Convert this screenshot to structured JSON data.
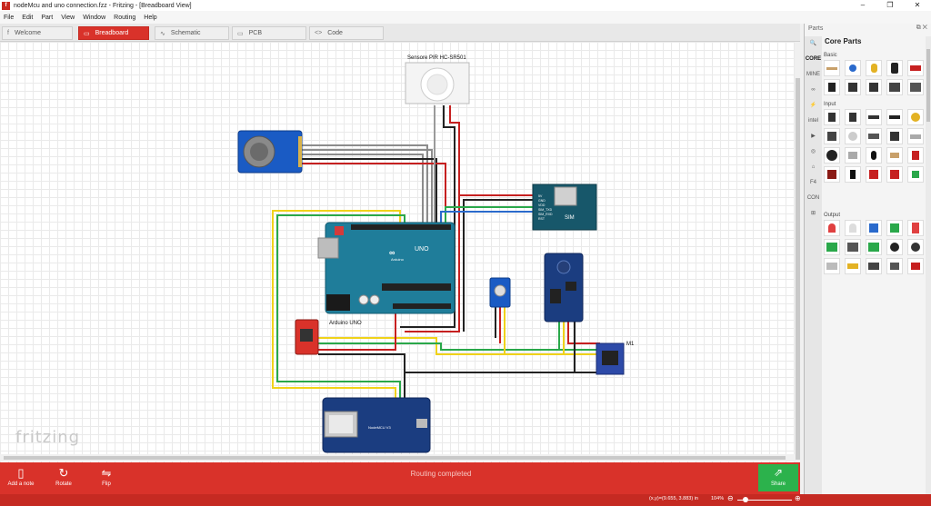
{
  "window": {
    "title": "nodeMcu and uno connection.fzz - Fritzing - [Breadboard View]",
    "controls": [
      "–",
      "❐",
      "✕"
    ]
  },
  "menu": [
    "File",
    "Edit",
    "Part",
    "View",
    "Window",
    "Routing",
    "Help"
  ],
  "tabs": [
    {
      "label": "Welcome",
      "icon": "f",
      "active": false
    },
    {
      "label": "Breadboard",
      "icon": "▭",
      "active": true
    },
    {
      "label": "Schematic",
      "icon": "∿",
      "active": false
    },
    {
      "label": "PCB",
      "icon": "▭",
      "active": false
    },
    {
      "label": "Code",
      "icon": "<>",
      "active": false
    }
  ],
  "canvas": {
    "labels": {
      "pir": "Sensore PIR HC-SR501",
      "arduino": "Arduino UNO",
      "sim": "SIM",
      "m1": "M1",
      "nodemcu": "NodeMCU V3",
      "uno_logo": "UNO",
      "arduino_logo": "Arduino",
      "sim_pins": [
        "5V",
        "GND",
        "VDD",
        "SIM_TXD",
        "SIM_RXD",
        "RST"
      ]
    },
    "watermark": "fritzing"
  },
  "bottom": {
    "add_note": "Add a note",
    "rotate": "Rotate",
    "flip": "Flip",
    "routing_status": "Routing completed",
    "share": "Share"
  },
  "status": {
    "coords": "(x,y)=(9.655, 3.883) in",
    "zoom": "104",
    "zoom_unit": "%"
  },
  "parts": {
    "title": "Parts",
    "bin_title": "Core Parts",
    "bins": [
      "CORE",
      "MINE",
      "∞",
      "⚡",
      "intel",
      "▶",
      "◎",
      "⌂",
      "F4",
      "CON",
      "⊞"
    ],
    "sections": [
      "Basic",
      "Input",
      "Output"
    ]
  }
}
